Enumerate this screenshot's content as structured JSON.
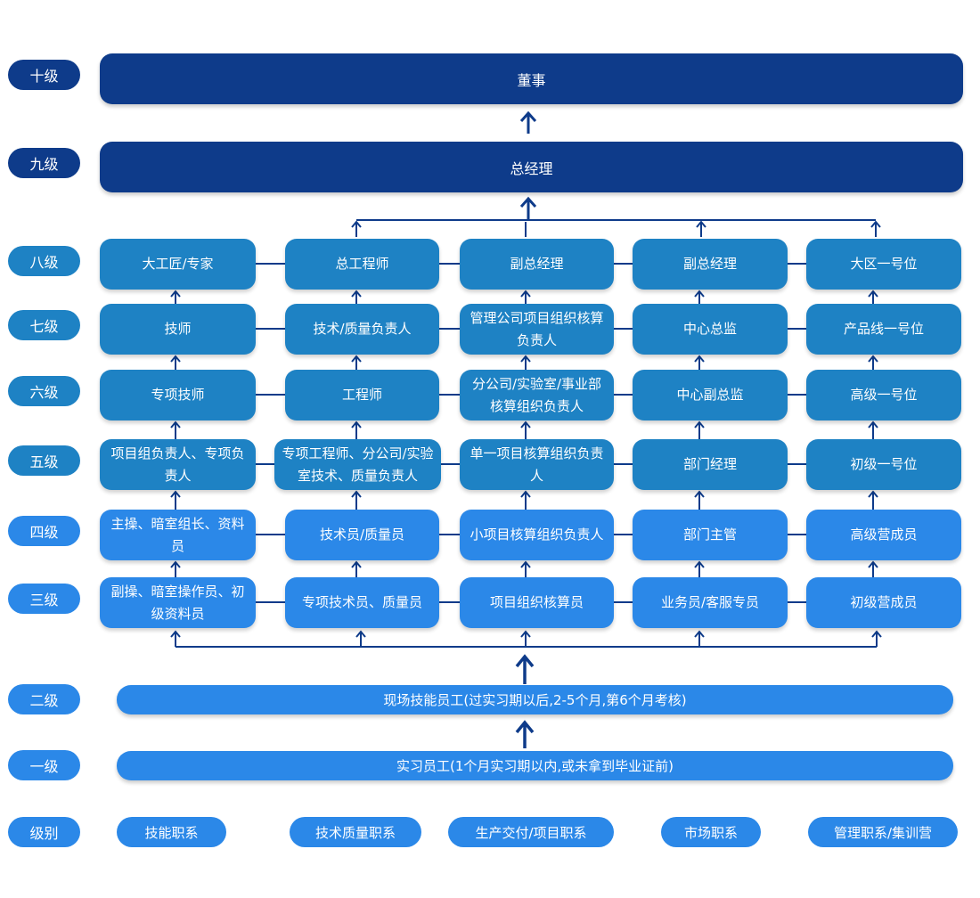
{
  "levels": [
    "十级",
    "九级",
    "八级",
    "七级",
    "六级",
    "五级",
    "四级",
    "三级",
    "二级",
    "一级",
    "级别"
  ],
  "top": {
    "l10": "董事",
    "l9": "总经理"
  },
  "rows": {
    "r8": [
      "大工匠/专家",
      "总工程师",
      "副总经理",
      "副总经理",
      "大区一号位"
    ],
    "r7": [
      "技师",
      "技术/质量负责人",
      "管理公司项目组织核算负责人",
      "中心总监",
      "产品线一号位"
    ],
    "r6": [
      "专项技师",
      "工程师",
      "分公司/实验室/事业部核算组织负责人",
      "中心副总监",
      "高级一号位"
    ],
    "r5": [
      "项目组负责人、专项负责人",
      "专项工程师、分公司/实验室技术、质量负责人",
      "单一项目核算组织负责人",
      "部门经理",
      "初级一号位"
    ],
    "r4": [
      "主操、暗室组长、资料员",
      "技术员/质量员",
      "小项目核算组织负责人",
      "部门主管",
      "高级营成员"
    ],
    "r3": [
      "副操、暗室操作员、初级资料员",
      "专项技术员、质量员",
      "项目组织核算员",
      "业务员/客服专员",
      "初级营成员"
    ]
  },
  "wide": {
    "l2": "现场技能员工(过实习期以后,2-5个月,第6个月考核)",
    "l1": "实习员工(1个月实习期以内,或未拿到毕业证前)"
  },
  "categories": [
    "技能职系",
    "技术质量职系",
    "生产交付/项目职系",
    "市场职系",
    "管理职系/集训营"
  ],
  "colors": {
    "navy": "#0e3b8a",
    "mid": "#1e82c4",
    "bright": "#2b88e8",
    "line": "#0e3b8a"
  }
}
